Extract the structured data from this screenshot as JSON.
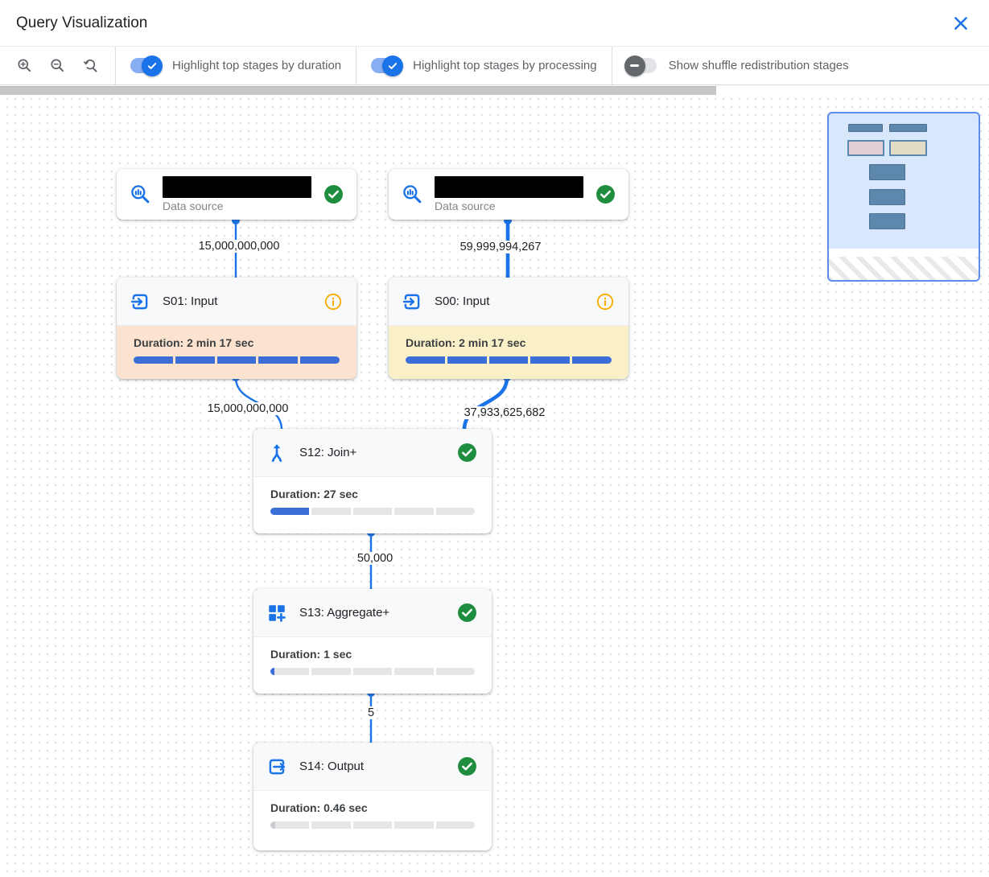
{
  "header": {
    "title": "Query Visualization"
  },
  "toolbar": {
    "toggles": [
      {
        "label": "Highlight top stages by duration",
        "state": "on"
      },
      {
        "label": "Highlight top stages by processing",
        "state": "on"
      },
      {
        "label": "Show shuffle redistribution stages",
        "state": "off"
      }
    ]
  },
  "graph": {
    "nodes": [
      {
        "id": "data-source-left",
        "kind": "data_source",
        "label": "Data source",
        "name_redacted": true,
        "status": "success"
      },
      {
        "id": "data-source-right",
        "kind": "data_source",
        "label": "Data source",
        "name_redacted": true,
        "status": "success"
      },
      {
        "id": "S01",
        "title": "S01: Input",
        "duration_label": "Duration: 2 min 17 sec",
        "progress_pct": 100,
        "status": "info",
        "highlight": "top_by_duration"
      },
      {
        "id": "S00",
        "title": "S00: Input",
        "duration_label": "Duration: 2 min 17 sec",
        "progress_pct": 100,
        "status": "info",
        "highlight": "top_by_processing"
      },
      {
        "id": "S12",
        "title": "S12: Join+",
        "duration_label": "Duration: 27 sec",
        "progress_pct": 20,
        "status": "success"
      },
      {
        "id": "S13",
        "title": "S13: Aggregate+",
        "duration_label": "Duration: 1 sec",
        "progress_pct": 2,
        "status": "success"
      },
      {
        "id": "S14",
        "title": "S14: Output",
        "duration_label": "Duration: 0.46 sec",
        "progress_pct": 2.5,
        "status": "success",
        "bar_fill": "#c9cbce"
      }
    ],
    "edges": [
      {
        "from": "data-source-left",
        "to": "S01",
        "label": "15,000,000,000",
        "emphasis": "thin"
      },
      {
        "from": "data-source-right",
        "to": "S00",
        "label": "59,999,994,267",
        "emphasis": "thick"
      },
      {
        "from": "S01",
        "to": "S12",
        "label": "15,000,000,000",
        "emphasis": "thin"
      },
      {
        "from": "S00",
        "to": "S12",
        "label": "37,933,625,682",
        "emphasis": "thick"
      },
      {
        "from": "S12",
        "to": "S13",
        "label": "50,000",
        "emphasis": "thin"
      },
      {
        "from": "S13",
        "to": "S14",
        "label": "5",
        "emphasis": "thin"
      }
    ]
  },
  "colors": {
    "accent_blue": "#1a73e8",
    "bar_fill": "#3b6fd7",
    "bar_track": "#e5e6e8",
    "duration_highlight": "#fbe3cf",
    "processing_highlight": "#faf0c8",
    "success_green": "#1e8e3e",
    "info_orange": "#f9ab00",
    "minimap_bg": "#d9e7fd",
    "minimap_node": "#5d87ad",
    "minimap_duration_node": "#e4cfd6",
    "minimap_processing_node": "#e2dec6"
  }
}
